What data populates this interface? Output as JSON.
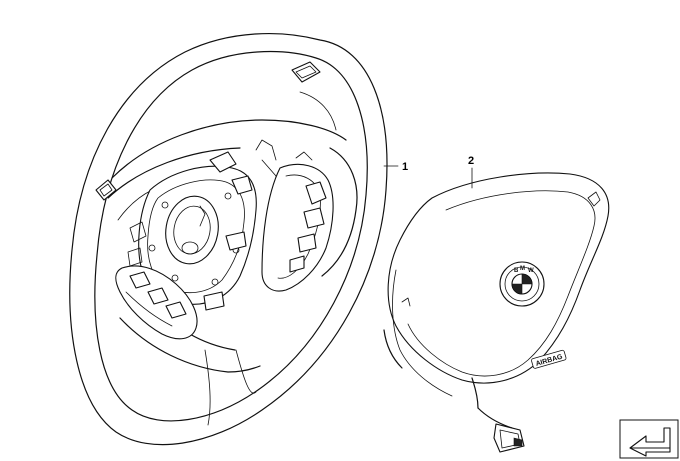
{
  "diagram": {
    "callouts": [
      {
        "id": "1",
        "label": "1"
      },
      {
        "id": "2",
        "label": "2"
      }
    ],
    "parts": {
      "steering_wheel": {
        "icon": "steering-wheel-icon"
      },
      "airbag_module": {
        "icon": "airbag-module-icon",
        "badge_text": "AIRBAG"
      }
    },
    "nav_icon": "return-arrow-icon"
  }
}
